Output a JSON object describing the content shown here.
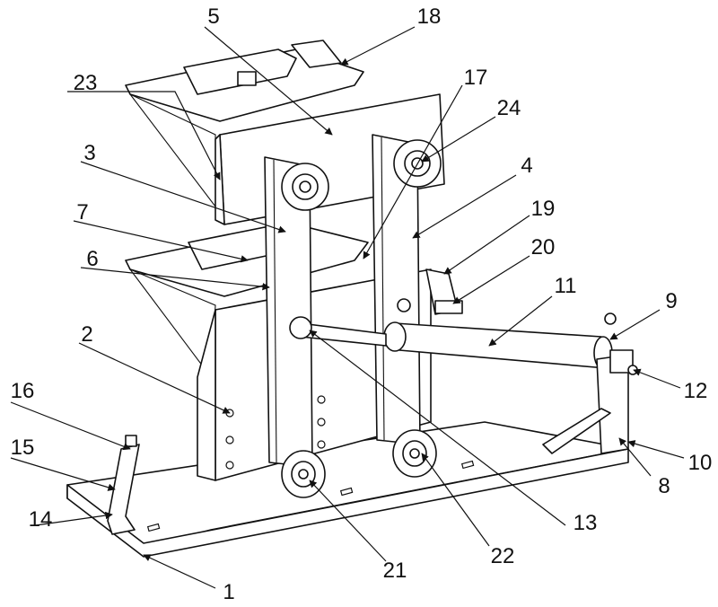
{
  "figure": {
    "callouts": {
      "c1": "1",
      "c2": "2",
      "c3": "3",
      "c4": "4",
      "c5": "5",
      "c6": "6",
      "c7": "7",
      "c8": "8",
      "c9": "9",
      "c10": "10",
      "c11": "11",
      "c12": "12",
      "c13": "13",
      "c14": "14",
      "c15": "15",
      "c16": "16",
      "c17": "17",
      "c18": "18",
      "c19": "19",
      "c20": "20",
      "c21": "21",
      "c22": "22",
      "c23": "23",
      "c24": "24"
    }
  }
}
